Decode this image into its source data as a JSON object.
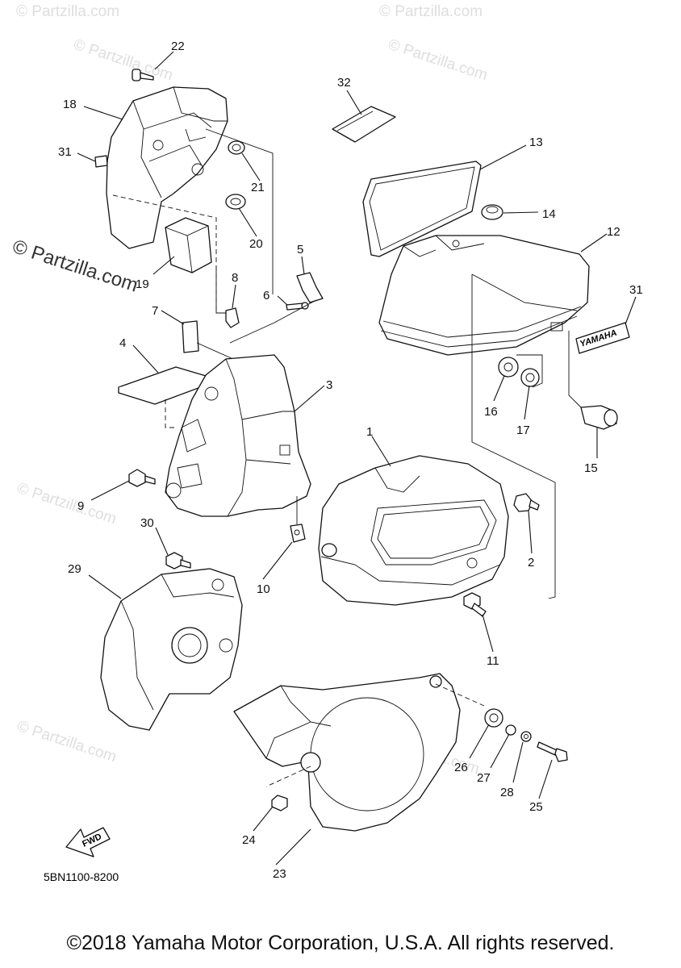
{
  "watermark": "© Partzilla.com",
  "diagram_code": "5BN1100-8200",
  "fwd_label": "FWD",
  "tank_decal": "YAMAHA",
  "copyright": "©2018 Yamaha Motor Corporation, U.S.A. All rights reserved.",
  "part_numbers": [
    "1",
    "2",
    "3",
    "4",
    "5",
    "6",
    "7",
    "8",
    "9",
    "10",
    "11",
    "12",
    "13",
    "14",
    "15",
    "16",
    "17",
    "18",
    "19",
    "20",
    "21",
    "22",
    "23",
    "24",
    "25",
    "26",
    "27",
    "28",
    "29",
    "30",
    "31",
    "31",
    "32"
  ]
}
